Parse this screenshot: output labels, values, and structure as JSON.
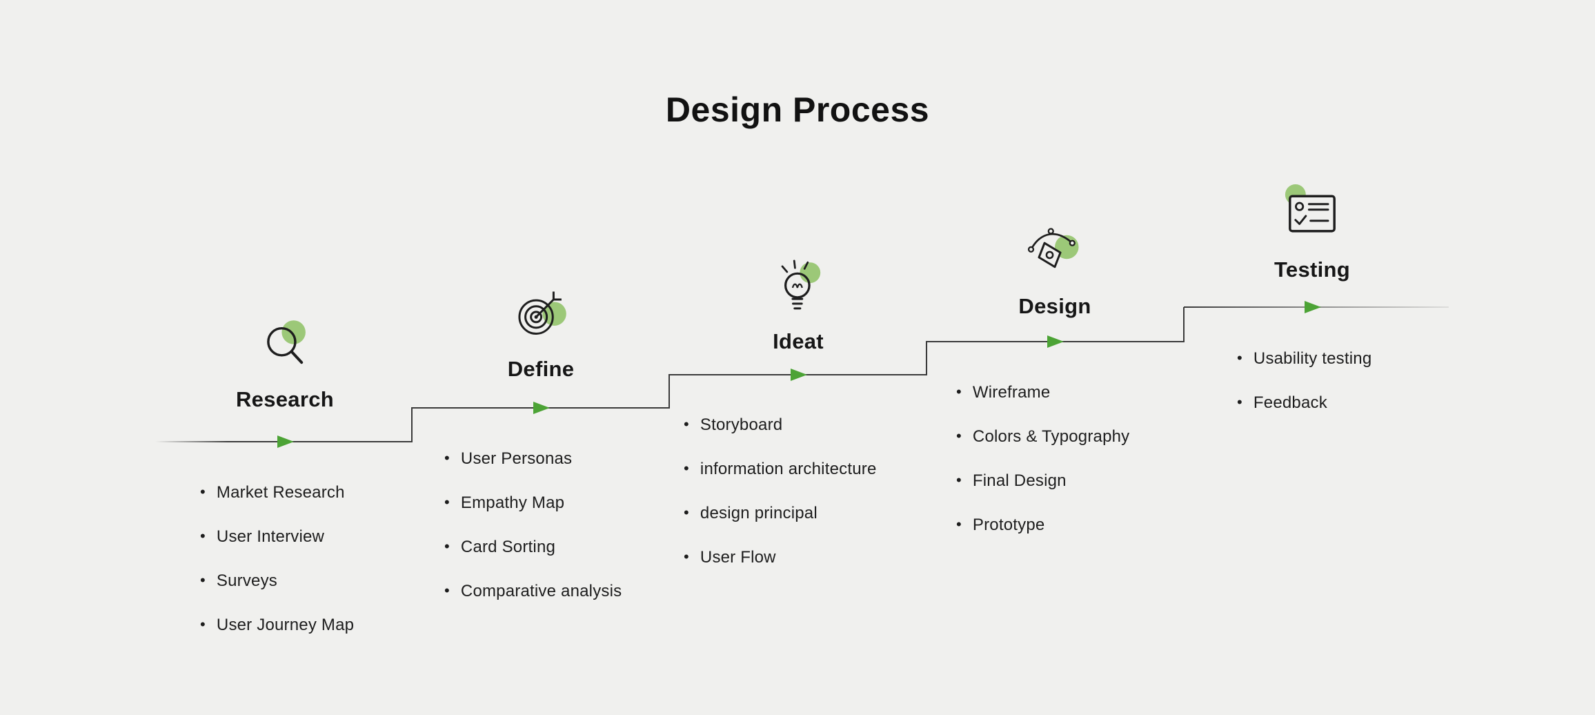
{
  "title": "Design Process",
  "theme": {
    "background": "#f0f0ee",
    "accent_green": "#9cc878",
    "arrow_green": "#4ca335",
    "line_color": "#3a3a3a",
    "text_color": "#1a1a1a"
  },
  "stages": [
    {
      "name": "Research",
      "icon": "magnifier-search-icon",
      "items": [
        "Market Research",
        "User Interview",
        "Surveys",
        "User Journey Map"
      ]
    },
    {
      "name": "Define",
      "icon": "target-icon",
      "items": [
        "User Personas",
        "Empathy Map",
        "Card Sorting",
        "Comparative analysis"
      ]
    },
    {
      "name": "Ideat",
      "icon": "lightbulb-icon",
      "items": [
        "Storyboard",
        "information architecture",
        "design principal",
        "User Flow"
      ]
    },
    {
      "name": "Design",
      "icon": "pen-tool-icon",
      "items": [
        "Wireframe",
        "Colors & Typography",
        "Final Design",
        "Prototype"
      ]
    },
    {
      "name": "Testing",
      "icon": "checklist-icon",
      "items": [
        "Usability testing",
        "Feedback"
      ]
    }
  ]
}
